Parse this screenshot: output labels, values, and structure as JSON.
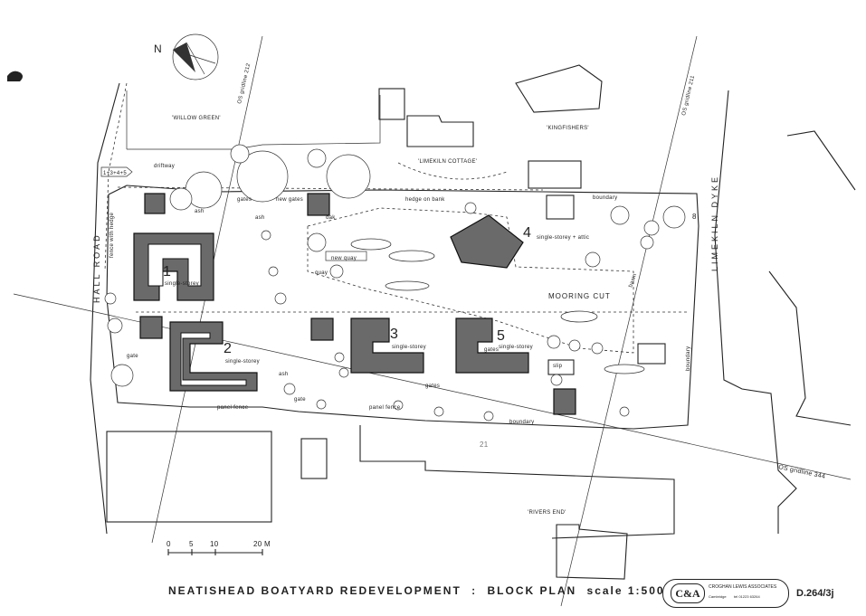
{
  "labels": {
    "willow_green": "'WILLOW GREEN'",
    "kingfishers": "'KINGFISHERS'",
    "limekiln_cottage": "'LIMEKILN COTTAGE'",
    "rivers_end": "'RIVERS END'",
    "hall_road": "HALL ROAD",
    "limekiln_dyke": "LIMEKILN DYKE",
    "mooring_cut": "MOORING CUT",
    "os_212": "OS gridline 212",
    "os_211": "OS gridline 211",
    "os_344": "OS gridline 344",
    "driftway": "driftway",
    "access_sign": "1+3+4+5",
    "fence_with_hedge": "fence with hedge",
    "ash_1": "ash",
    "ash_2": "ash",
    "ash_3": "ash",
    "oak": "oak",
    "gates_1": "gates",
    "gates_2": "gates",
    "gates_3": "gates",
    "new_gates": "new gates",
    "hedge_on_bank": "hedge on bank",
    "boundary_1": "boundary",
    "boundary_2": "boundary",
    "boundary_3": "boundary",
    "new_quay": "new quay",
    "quay": "quay",
    "gate_1": "gate",
    "gate_2": "gate",
    "panel_fence_1": "panel fence",
    "panel_fence_2": "panel fence",
    "slip": "slip",
    "basin": "basin",
    "north": "N",
    "plot_8": "8",
    "plot_21": "21"
  },
  "units": [
    {
      "number": "1",
      "desc": "single-storey"
    },
    {
      "number": "2",
      "desc": "single-storey"
    },
    {
      "number": "3",
      "desc": "single-storey"
    },
    {
      "number": "4",
      "desc": "single-storey + attic"
    },
    {
      "number": "5",
      "desc": "single-storey"
    }
  ],
  "scale_bar": {
    "ticks": [
      "0",
      "5",
      "10",
      "20 M"
    ]
  },
  "title": {
    "project": "NEATISHEAD BOATYARD REDEVELOPMENT",
    "separator": ":",
    "sheet": "BLOCK PLAN",
    "scale": "scale 1:500"
  },
  "logo": {
    "mark": "C&A",
    "name": "CROGHAN LEWIS ASSOCIATES",
    "town": "Cambridge",
    "tel": "tel 01223 63264"
  },
  "drawing_ref": "D.264/3j"
}
